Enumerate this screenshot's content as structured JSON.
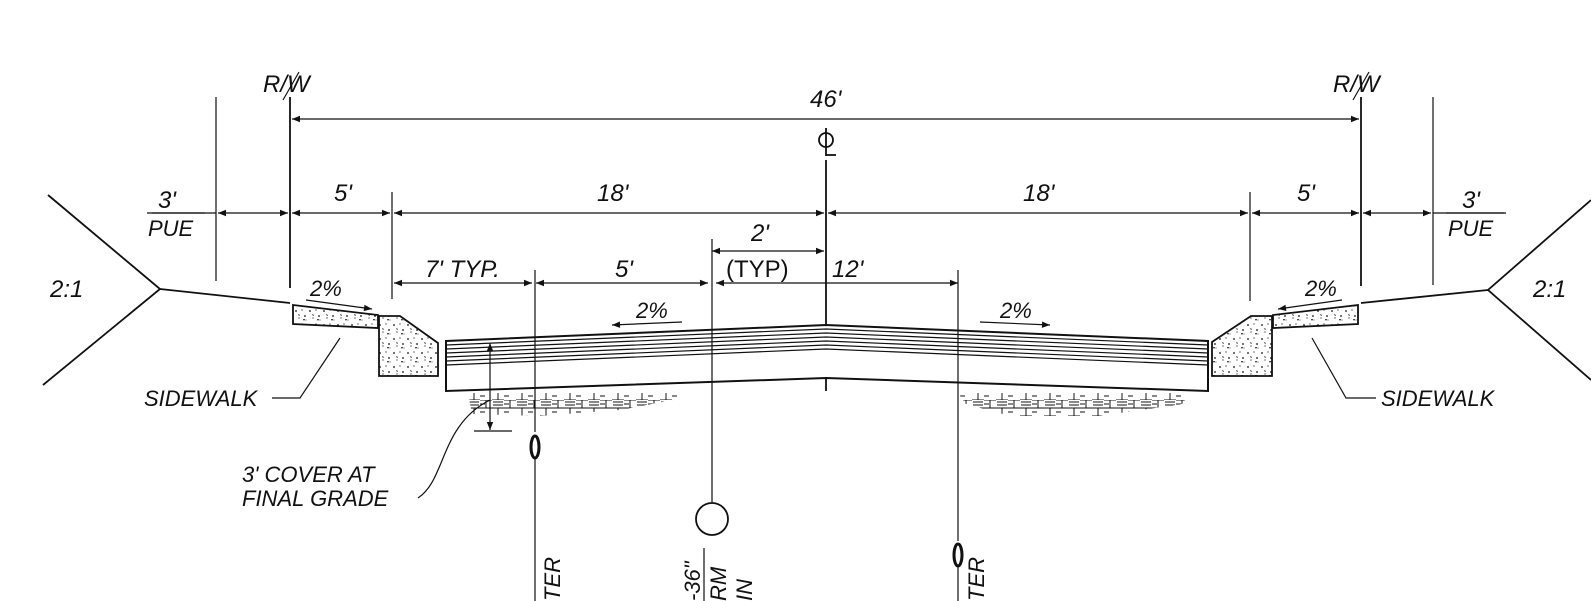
{
  "labels": {
    "rw_left": "R/W",
    "rw_right": "R/W",
    "total_width": "46'",
    "centerline": "CL",
    "pue_left_dim": "3'",
    "pue_left": "PUE",
    "pue_right_dim": "3'",
    "pue_right": "PUE",
    "walk_left_dim": "5'",
    "walk_right_dim": "5'",
    "half_left": "18'",
    "half_right": "18'",
    "typ_gap": "2'",
    "typ_gap_note": "(TYP)",
    "seven_typ": "7' TYP.",
    "five_mid": "5'",
    "twelve": "12'",
    "slope_left": "2:1",
    "slope_right": "2:1",
    "sw_slope_left": "2%",
    "sw_slope_right": "2%",
    "road_slope_left": "2%",
    "road_slope_right": "2%",
    "sidewalk_left": "SIDEWALK",
    "sidewalk_right": "SIDEWALK",
    "cover_line1": "3' COVER AT",
    "cover_line2": "FINAL GRADE",
    "water_left": "TER",
    "storm_size": "-36\"",
    "storm_rm": "RM",
    "storm_in": "IN",
    "water_right": "TER"
  },
  "colors": {
    "ink": "#111111",
    "paper": "#ffffff"
  }
}
